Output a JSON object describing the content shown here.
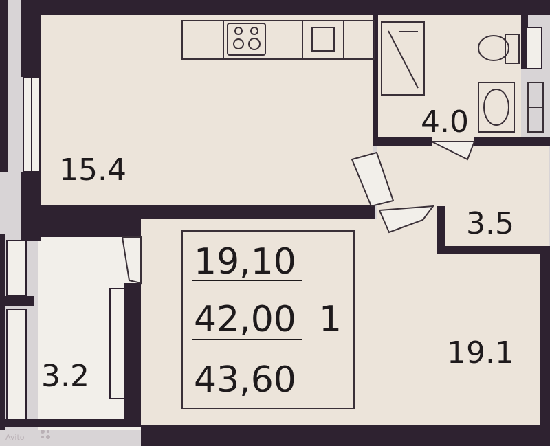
{
  "rooms": {
    "kitchen_area": "15.4",
    "bathroom_area": "4.0",
    "hall_area": "3.5",
    "living_area": "19.1",
    "balcony_area": "3.2"
  },
  "summary": {
    "room_count": "1",
    "living_area": "19,10",
    "total_area": "42,00",
    "total_with_balcony": "43,60"
  },
  "watermark": "Avito",
  "colors": {
    "wall": "#2e2230",
    "floor": "#ece4da",
    "outside": "#d8d4d6",
    "ink": "#1e1a1c"
  }
}
